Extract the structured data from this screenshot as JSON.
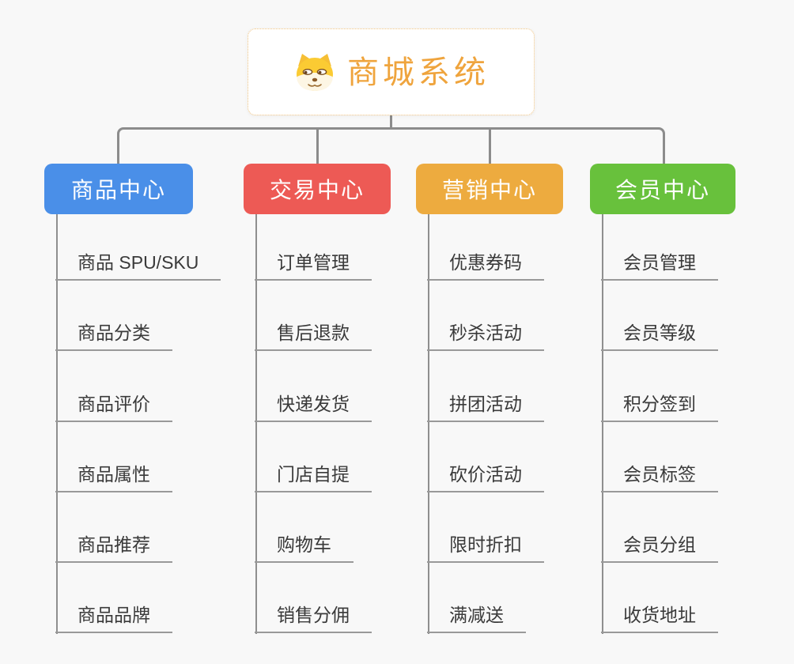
{
  "root": {
    "title": "商城系统",
    "icon": "doge-icon"
  },
  "branches": [
    {
      "label": "商品中心",
      "color": "#4a8fe8",
      "children": [
        "商品 SPU/SKU",
        "商品分类",
        "商品评价",
        "商品属性",
        "商品推荐",
        "商品品牌"
      ]
    },
    {
      "label": "交易中心",
      "color": "#ed5a55",
      "children": [
        "订单管理",
        "售后退款",
        "快递发货",
        "门店自提",
        "购物车",
        "销售分佣"
      ]
    },
    {
      "label": "营销中心",
      "color": "#edab3f",
      "children": [
        "优惠券码",
        "秒杀活动",
        "拼团活动",
        "砍价活动",
        "限时折扣",
        "满减送"
      ]
    },
    {
      "label": "会员中心",
      "color": "#68c13c",
      "children": [
        "会员管理",
        "会员等级",
        "积分签到",
        "会员标签",
        "会员分组",
        "收货地址"
      ]
    }
  ],
  "colors": {
    "background": "#f8f8f8",
    "connector": "#8c8c8c",
    "leaf_underline": "#999999",
    "leaf_text": "#3a3a3a",
    "root_border": "#f0c481",
    "root_text": "#efa43d",
    "header_text": "#ffffff"
  }
}
